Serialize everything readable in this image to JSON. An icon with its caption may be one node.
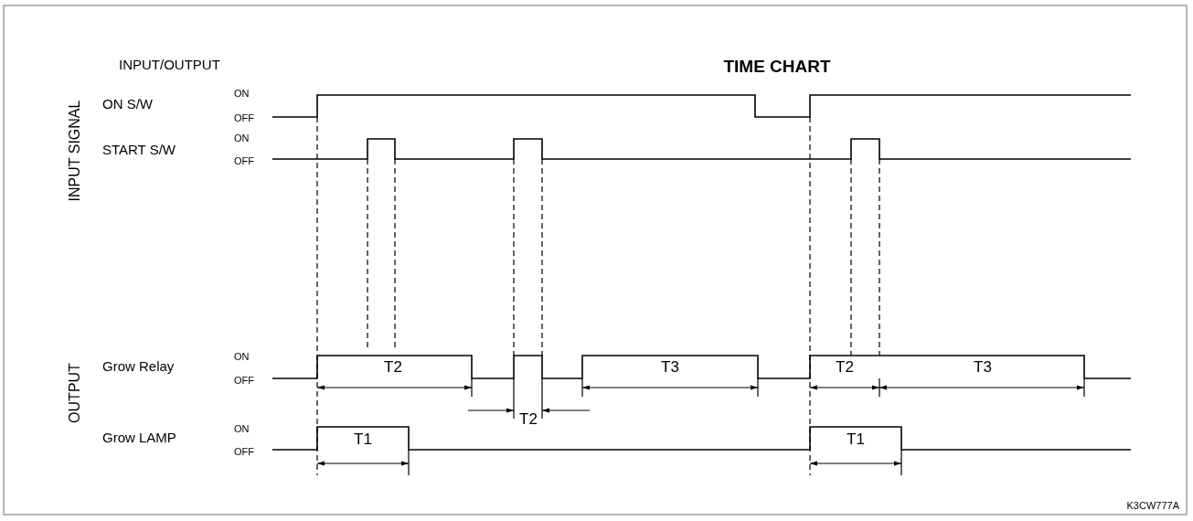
{
  "diagram": {
    "title": "TIME CHART",
    "labels": [
      "INPUT/OUTPUT",
      "INPUT SIGNAL",
      "ON S/W",
      "ON",
      "OFF",
      "START S/W",
      "ON",
      "OFF",
      "OUTPUT",
      "Grow Relay",
      "ON",
      "OFF",
      "T2",
      "T3",
      "T2",
      "T3",
      "T2",
      "Grow LAMP",
      "ON",
      "OFF",
      "T1",
      "T1",
      "K3CW777A"
    ]
  }
}
